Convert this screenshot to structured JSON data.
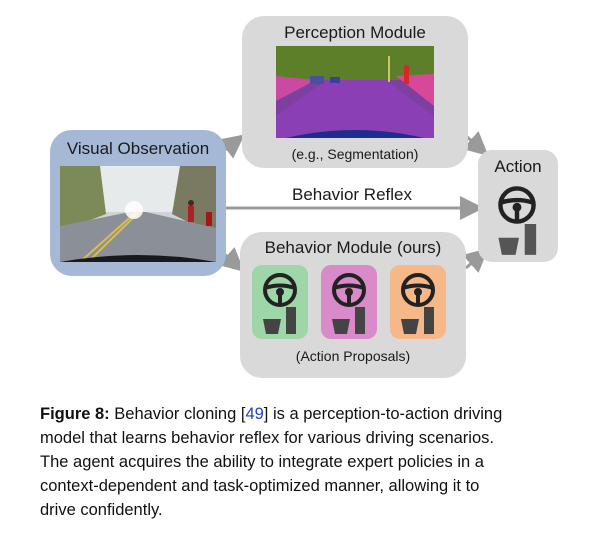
{
  "figure": {
    "visual_observation": {
      "title": "Visual Observation"
    },
    "perception_module": {
      "title": "Perception Module",
      "note": "(e.g., Segmentation)"
    },
    "behavior_reflex": {
      "label": "Behavior Reflex"
    },
    "behavior_module": {
      "title": "Behavior Module (ours)",
      "note": "(Action Proposals)",
      "proposal_colors": [
        "#9fd6a8",
        "#d98ac8",
        "#f7b889"
      ]
    },
    "action": {
      "title": "Action"
    },
    "colors": {
      "panel_grey": "#d9d9d9",
      "panel_blue": "#a5b8d6",
      "arrow": "#9a9a9a"
    }
  },
  "caption": {
    "label": "Figure 8:",
    "text_before_ref": " Behavior cloning [",
    "ref": "49",
    "lines": {
      "l1_rest": "] is a perception-to-action driving",
      "l2": "model that learns behavior reflex for various driving scenarios.",
      "l3": "The agent acquires the ability to integrate expert policies in a",
      "l4": "context-dependent and task-optimized manner, allowing it to",
      "l5": "drive confidently."
    }
  }
}
